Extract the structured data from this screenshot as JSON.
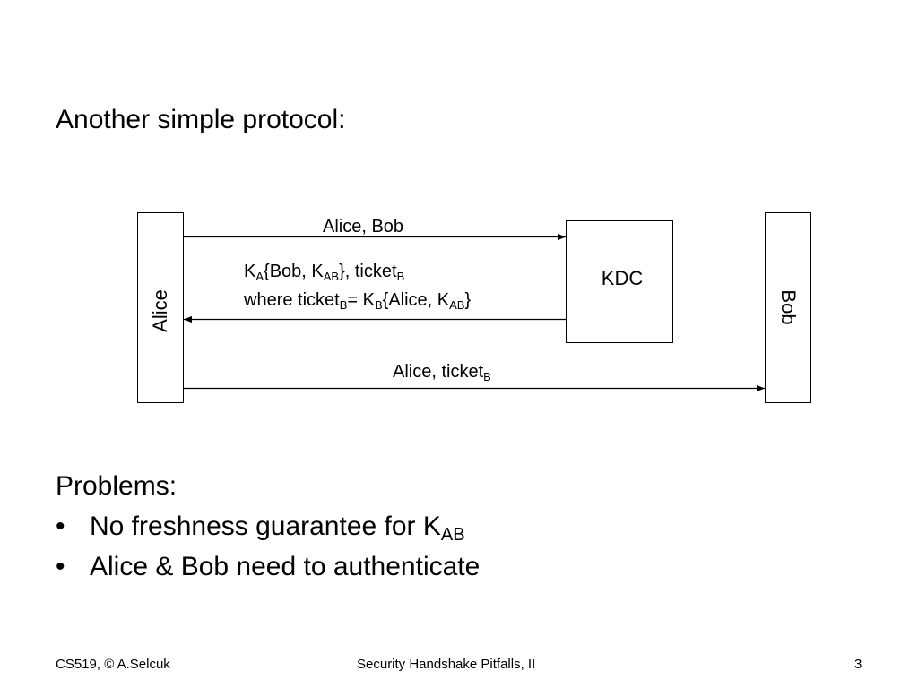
{
  "heading": "Another simple protocol:",
  "diagram": {
    "alice_label": "Alice",
    "bob_label": "Bob",
    "kdc_label": "KDC",
    "msg1": "Alice, Bob",
    "msg2_line1": {
      "k": "K",
      "k_sub": "A",
      "mid": "{Bob, K",
      "k2_sub": "AB",
      "rest": "}, ticket",
      "ticket_sub": "B"
    },
    "msg2_line2": {
      "pre": "where ticket",
      "ticket_sub": "B",
      "eq": "= K",
      "k_sub": "B",
      "mid": "{Alice, K",
      "k2_sub": "AB",
      "end": "}"
    },
    "msg3": {
      "text": "Alice, ticket",
      "ticket_sub": "B"
    }
  },
  "problems": {
    "title": "Problems:",
    "bullet_glyph": "•",
    "item1_text": "No freshness guarantee for K",
    "item1_sub": "AB",
    "item2_text": "Alice & Bob need to authenticate"
  },
  "footer": {
    "left": "CS519, © A.Selcuk",
    "center": "Security Handshake Pitfalls, II",
    "right": "3"
  }
}
